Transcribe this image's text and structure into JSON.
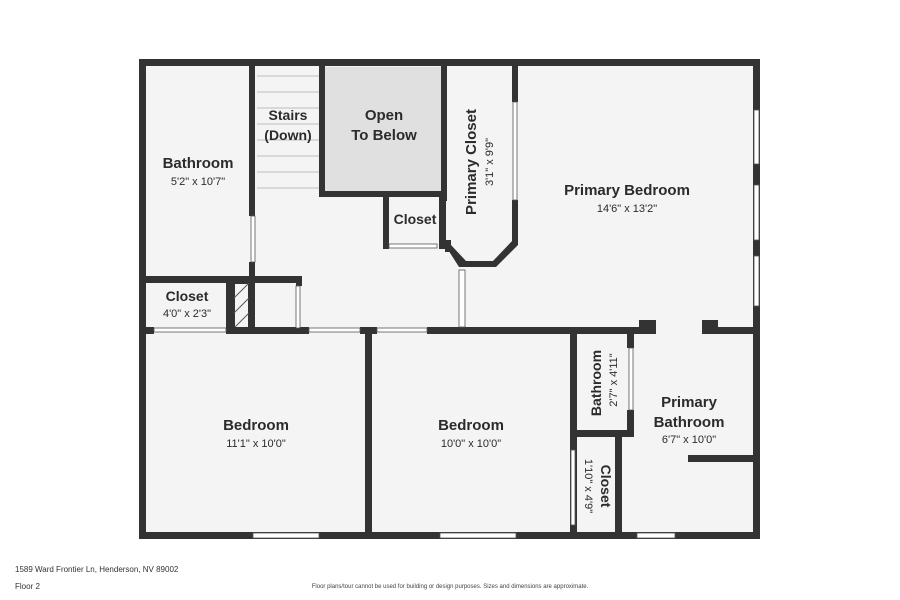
{
  "rooms": {
    "bathroom": {
      "name": "Bathroom",
      "dim": "5'2\" x 10'7\""
    },
    "stairs": {
      "line1": "Stairs",
      "line2": "(Down)"
    },
    "open": {
      "line1": "Open",
      "line2": "To Below"
    },
    "primary_closet": {
      "name": "Primary Closet",
      "dim": "3'1\" x 9'9\""
    },
    "closet_small": {
      "name": "Closet"
    },
    "primary_bedroom": {
      "name": "Primary Bedroom",
      "dim": "14'6\" x 13'2\""
    },
    "closet_left": {
      "name": "Closet",
      "dim": "4'0\" x 2'3\""
    },
    "bedroom_1": {
      "name": "Bedroom",
      "dim": "11'1\" x 10'0\""
    },
    "bedroom_2": {
      "name": "Bedroom",
      "dim": "10'0\" x 10'0\""
    },
    "bath_small": {
      "name": "Bathroom",
      "dim": "2'7\" x 4'11\""
    },
    "closet_vert": {
      "name": "Closet",
      "dim": "1'10\" x 4'9\""
    },
    "primary_bath": {
      "line1": "Primary",
      "line2": "Bathroom",
      "dim": "6'7\" x 10'0\""
    }
  },
  "colors": {
    "wall": "#333333",
    "floor": "#f4f4f4",
    "open": "#e0e0e0",
    "window": "#ffffff"
  },
  "footer": {
    "address": "1589 Ward Frontier Ln, Henderson, NV 89002",
    "floor": "Floor 2",
    "disclaimer": "Floor plans/tour cannot be used for building or design purposes. Sizes and dimensions are approximate."
  }
}
